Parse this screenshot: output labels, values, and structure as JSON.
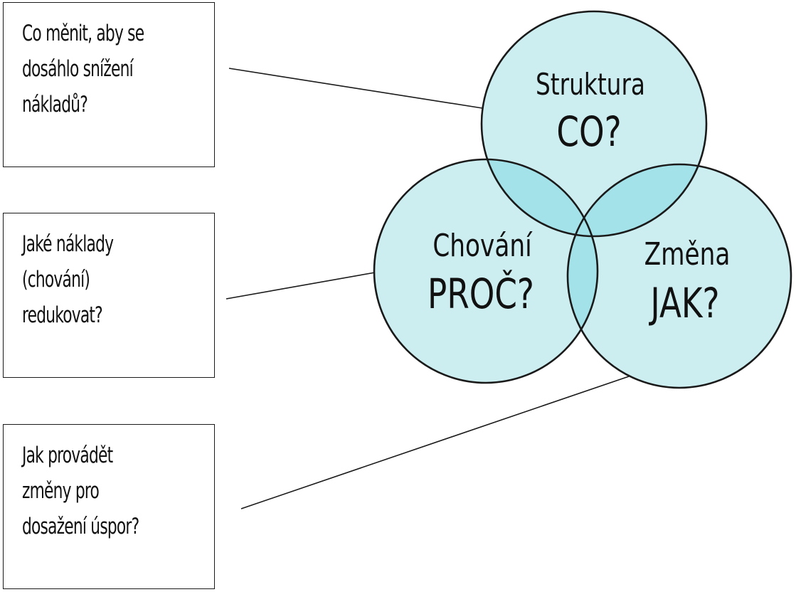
{
  "questions": [
    {
      "text": "Co měnit, aby se\ndosáhlo snížení\nnákladů?"
    },
    {
      "text": "Jaké náklady\n(chování)\nredukovat?"
    },
    {
      "text": "Jak provádět\nzměny pro\ndosažení úspor?"
    }
  ],
  "circles": {
    "top": {
      "title": "Struktura",
      "question": "CO?"
    },
    "left": {
      "title": "Chování",
      "question": "PROČ?"
    },
    "right": {
      "title": "Změna",
      "question": "JAK?"
    }
  },
  "colors": {
    "circle_fill": "#cdeef0",
    "overlap_fill": "#a3e2e8",
    "stroke": "#1a1a1a"
  }
}
